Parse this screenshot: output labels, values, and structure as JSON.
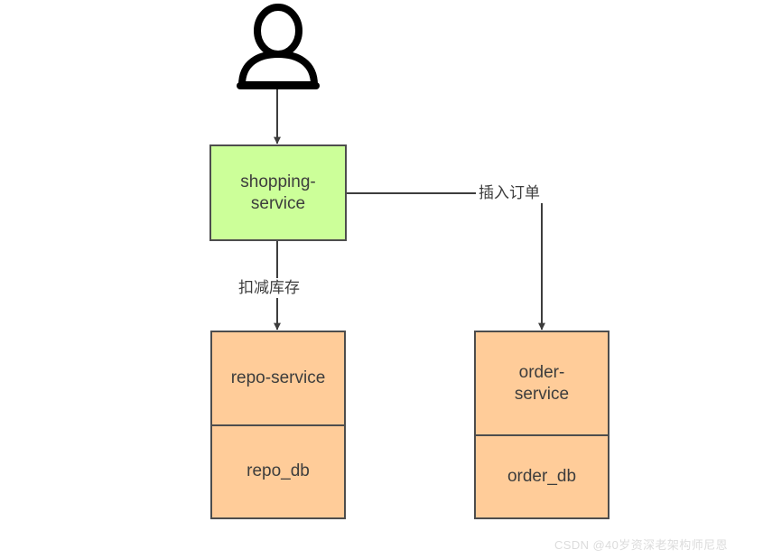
{
  "diagram": {
    "title": "shopping order flow",
    "background": "#ffffff",
    "colors": {
      "service_green": "#ccff99",
      "service_orange": "#ffcc99",
      "stroke": "#4d4d4d",
      "text": "#3d3d3d",
      "watermark": "#dcdcdc"
    },
    "actor": {
      "name": "user-actor",
      "icon": "person-icon"
    },
    "nodes": [
      {
        "id": "shopping-service",
        "label": "shopping-\nservice",
        "fill": "#ccff99",
        "sub_label": null
      },
      {
        "id": "repo-service",
        "label": "repo-service",
        "fill": "#ffcc99",
        "sub_label": "repo_db"
      },
      {
        "id": "order-service",
        "label": "order-\nservice",
        "fill": "#ffcc99",
        "sub_label": "order_db"
      }
    ],
    "edges": [
      {
        "id": "actor-to-shopping",
        "label": "",
        "from": "user-actor",
        "to": "shopping-service"
      },
      {
        "id": "shopping-to-repo",
        "label": "扣减库存",
        "from": "shopping-service",
        "to": "repo-service"
      },
      {
        "id": "shopping-to-order",
        "label": "插入订单",
        "from": "shopping-service",
        "to": "order-service"
      }
    ],
    "watermark": "CSDN @40岁资深老架构师尼恩"
  }
}
